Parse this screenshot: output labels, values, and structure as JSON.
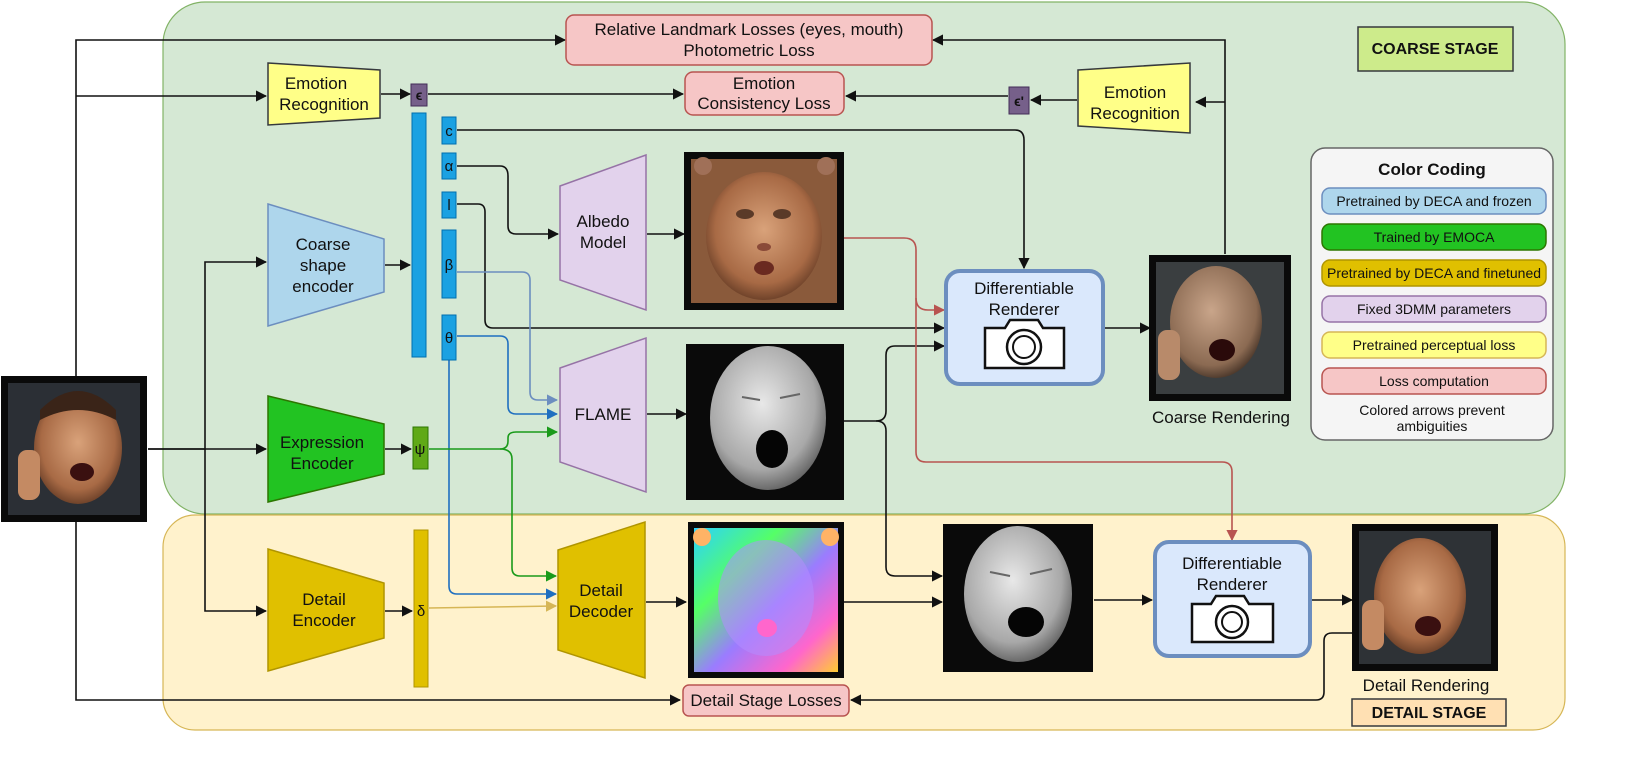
{
  "stages": {
    "coarse": "COARSE STAGE",
    "detail": "DETAIL STAGE"
  },
  "losses": {
    "landmark_line1": "Relative Landmark Losses (eyes, mouth)",
    "landmark_line2": "Photometric Loss",
    "emotion_line1": "Emotion",
    "emotion_line2": "Consistency Loss",
    "detail": "Detail Stage Losses"
  },
  "modules": {
    "emotion_rec_left": [
      "Emotion",
      "Recognition"
    ],
    "emotion_rec_right": [
      "Emotion",
      "Recognition"
    ],
    "coarse_encoder": [
      "Coarse",
      "shape",
      "encoder"
    ],
    "expression_encoder": [
      "Expression",
      "Encoder"
    ],
    "detail_encoder": [
      "Detail",
      "Encoder"
    ],
    "albedo_model": [
      "Albedo",
      "Model"
    ],
    "flame": "FLAME",
    "detail_decoder": [
      "Detail",
      "Decoder"
    ],
    "renderer_coarse": [
      "Differentiable",
      "Renderer"
    ],
    "renderer_detail": [
      "Differentiable",
      "Renderer"
    ]
  },
  "params": {
    "epsilon": "ϵ",
    "epsilon_prime": "ϵ'",
    "c": "c",
    "alpha": "α",
    "l": "l",
    "beta": "β",
    "theta": "θ",
    "psi": "ψ",
    "delta": "δ"
  },
  "outputs": {
    "coarse": "Coarse Rendering",
    "detail": "Detail Rendering"
  },
  "legend": {
    "title": "Color Coding",
    "items": [
      {
        "label": "Pretrained by DECA and frozen",
        "color": "#aed6ec"
      },
      {
        "label": "Trained by EMOCA",
        "color": "#22c322"
      },
      {
        "label": "Pretrained by DECA and finetuned",
        "color": "#e0c000"
      },
      {
        "label": "Fixed 3DMM parameters",
        "color": "#e2d2ec"
      },
      {
        "label": "Pretrained perceptual loss",
        "color": "#ffff88"
      },
      {
        "label": "Loss computation",
        "color": "#f6c6c6"
      }
    ],
    "note": [
      "Colored arrows prevent",
      "ambiguities"
    ]
  },
  "colors": {
    "coarse_bg": "#d5e8d4",
    "detail_bg": "#fff2cc",
    "frozen": "#aed6ec",
    "trained": "#22c322",
    "finetuned": "#e0c000",
    "fixed": "#e2d2ec",
    "perceptual": "#ffff88",
    "loss": "#f6c6c6",
    "renderer": "#dae8fc",
    "latent_blue": "#1ba1e2",
    "latent_purple": "#76608a",
    "arrow_red": "#b85450",
    "arrow_blue": "#1f6fc0",
    "arrow_green": "#1a9a1a",
    "arrow_yellow": "#d6b656",
    "arrow_lightblue": "#6c8ebf"
  }
}
